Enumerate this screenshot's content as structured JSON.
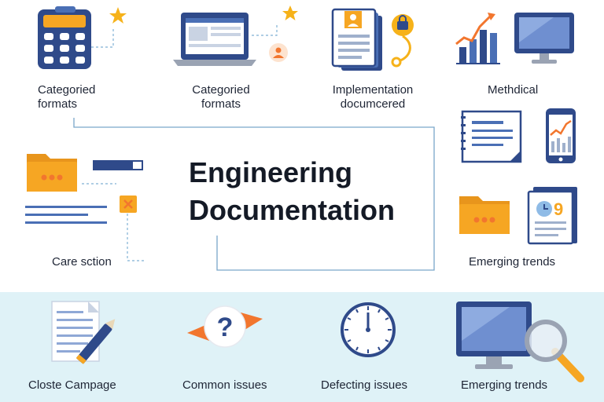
{
  "title": {
    "line1": "Engineering",
    "line2": "Documentation"
  },
  "top_row": [
    {
      "label_line1": "Categoried",
      "label_line2": "formats",
      "icon": "calculator-icon"
    },
    {
      "label_line1": "Categoried",
      "label_line2": "formats",
      "icon": "laptop-icon"
    },
    {
      "label_line1": "Implementation",
      "label_line2": "documcered",
      "icon": "documents-icon"
    },
    {
      "label_line1": "Methdical",
      "icon": "chart-monitor-icon"
    }
  ],
  "left_section": {
    "label": "Care sction",
    "icon": "folder-icon"
  },
  "right_section": {
    "label": "Emerging trends",
    "icons": [
      "notebook-icon",
      "phone-chart-icon",
      "folder-icon",
      "report-icon"
    ]
  },
  "bottom_row": [
    {
      "label": "Closte Campage",
      "icon": "document-pen-icon"
    },
    {
      "label": "Common issues",
      "icon": "question-icon"
    },
    {
      "label": "Defecting issues",
      "icon": "clock-icon"
    },
    {
      "label": "Emerging trends",
      "icon": "monitor-magnifier-icon"
    }
  ],
  "colors": {
    "navy": "#2f4a8a",
    "blue": "#4a6fb5",
    "orange": "#f6a623",
    "red_orange": "#f2762e",
    "band": "#dff2f7"
  }
}
